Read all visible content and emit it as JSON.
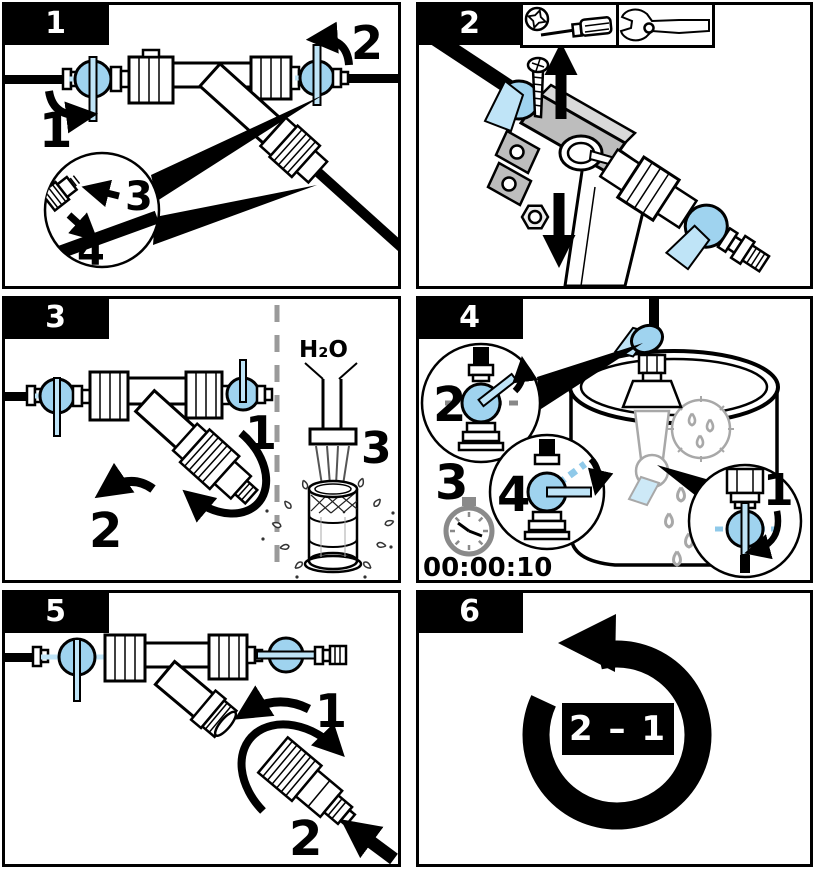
{
  "colors": {
    "valve_blue": "#9fd3ef",
    "handle_blue": "#bfe4f7",
    "dash_blue": "#8fc9e9",
    "bracket_gray": "#bdbdbd",
    "bracket_light": "#d9d9d9",
    "ghost_gray": "#a8a8a8",
    "watch_gray": "#8a8a8a",
    "divider_gray": "#9a9a9a"
  },
  "panels": [
    {
      "number": "1",
      "steps": {
        "step1": "1",
        "step2": "2",
        "step3": "3",
        "step4": "4"
      }
    },
    {
      "number": "2",
      "tools": [
        {
          "icon": "phillips-screwdriver-icon"
        },
        {
          "icon": "adjustable-wrench-icon"
        }
      ]
    },
    {
      "number": "3",
      "steps": {
        "step1": "1",
        "step2": "2",
        "step3": "3"
      },
      "water_label": "H₂O"
    },
    {
      "number": "4",
      "steps": {
        "step1": "1",
        "step2": "2",
        "step3": "3",
        "step4": "4"
      },
      "timer": "00:00:10"
    },
    {
      "number": "5",
      "steps": {
        "step1": "1",
        "step2": "2"
      }
    },
    {
      "number": "6",
      "repeat_label": "2 – 1"
    }
  ]
}
